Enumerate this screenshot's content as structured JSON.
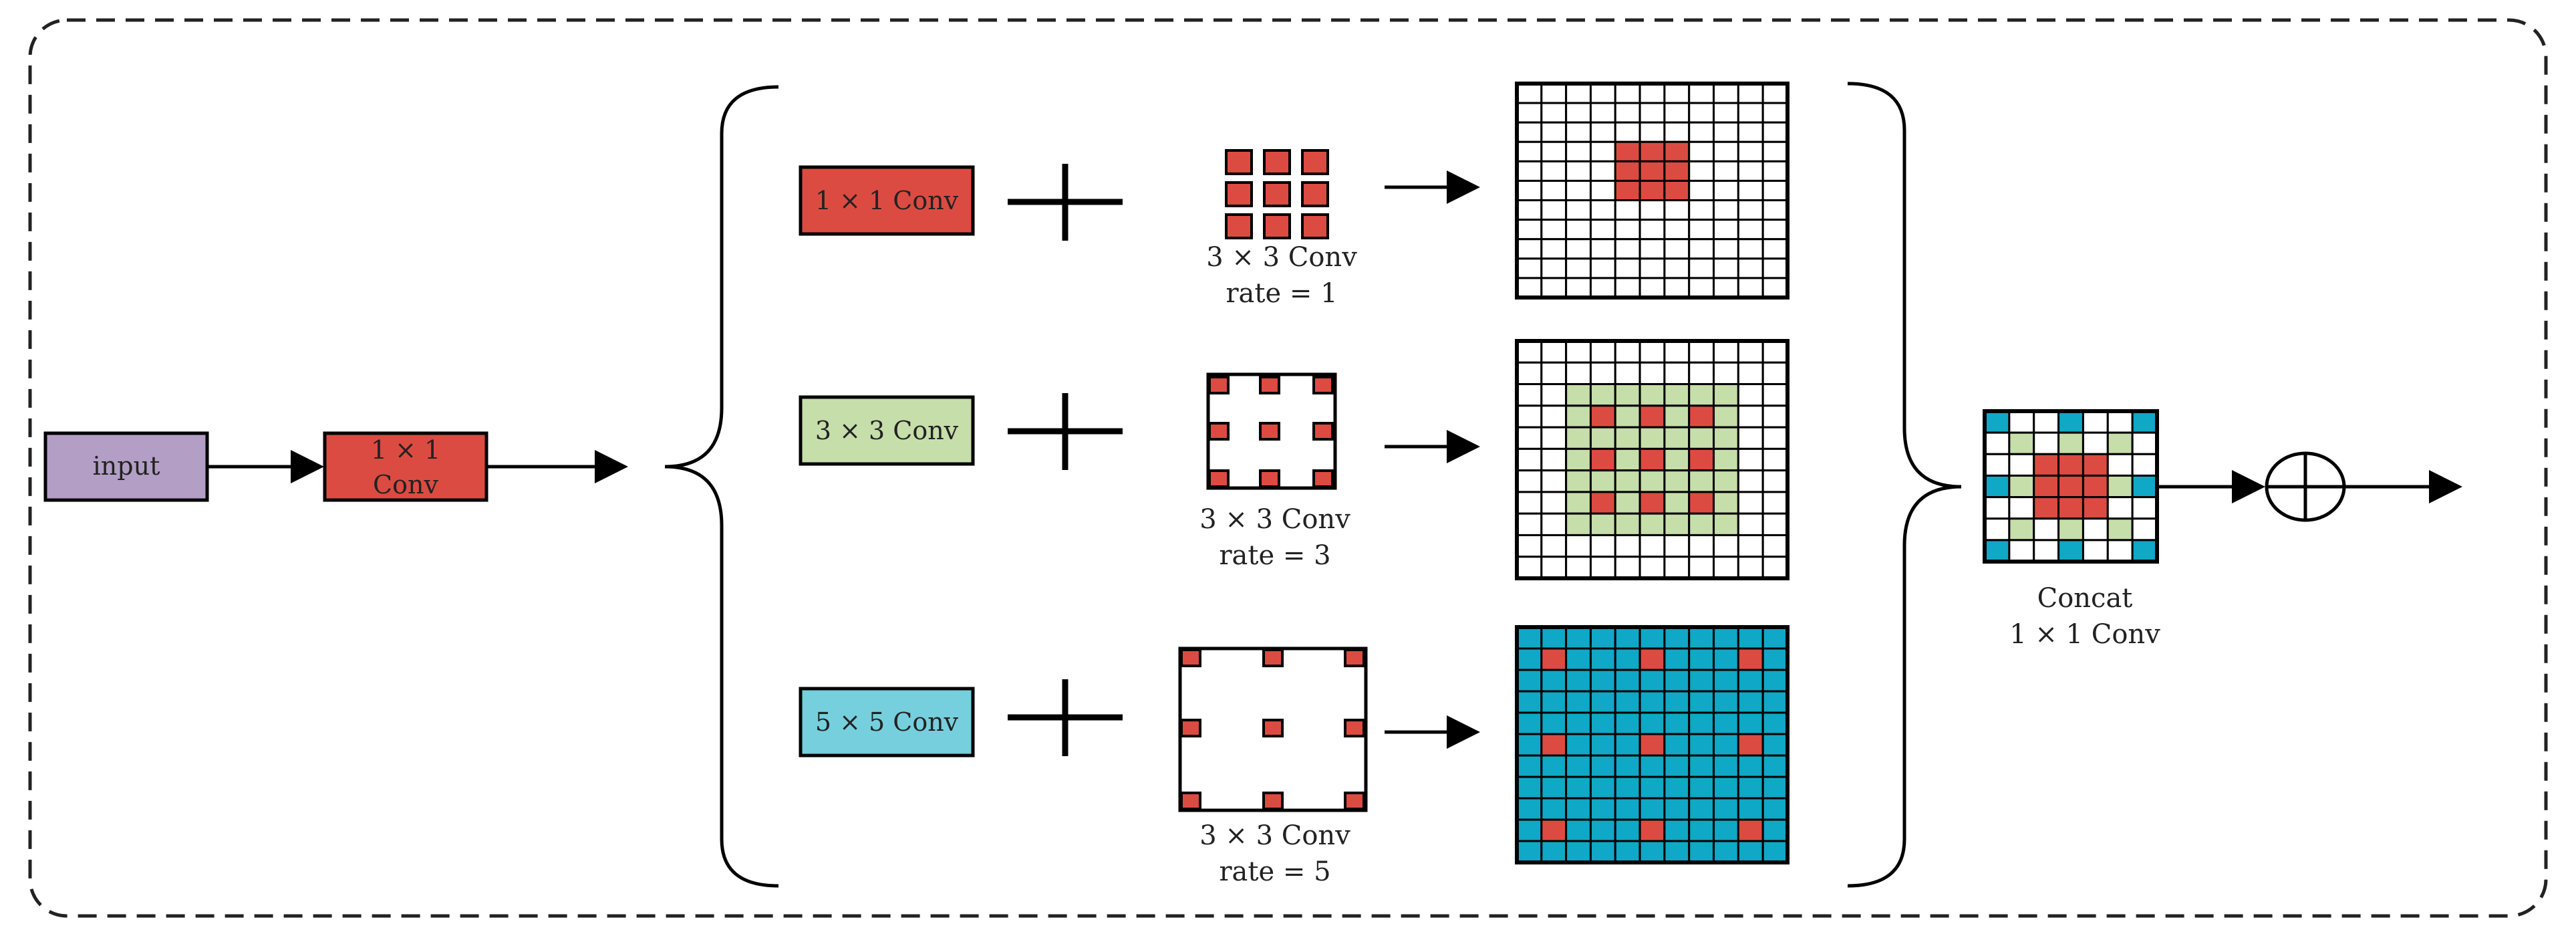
{
  "input_label": "input",
  "conv1x1_label": [
    "1 × 1",
    "Conv"
  ],
  "branches": [
    {
      "label": "1 × 1 Conv",
      "caption": [
        "3 × 3 Conv",
        "rate = 1"
      ],
      "color": "#dc4b41"
    },
    {
      "label": "3 × 3 Conv",
      "caption": [
        "3 × 3 Conv",
        "rate = 3"
      ],
      "color": "#c6deaa"
    },
    {
      "label": "5 × 5 Conv",
      "caption": [
        "3 × 3 Conv",
        "rate = 5"
      ],
      "color": "#76cfdd"
    }
  ],
  "concat_caption": [
    "Concat",
    "1 × 1 Conv"
  ],
  "colors": {
    "input": "#b39ec6",
    "red": "#dc4b41",
    "green": "#c6deaa",
    "blue": "#0fa8c6",
    "cyan_box": "#76cfdd"
  }
}
